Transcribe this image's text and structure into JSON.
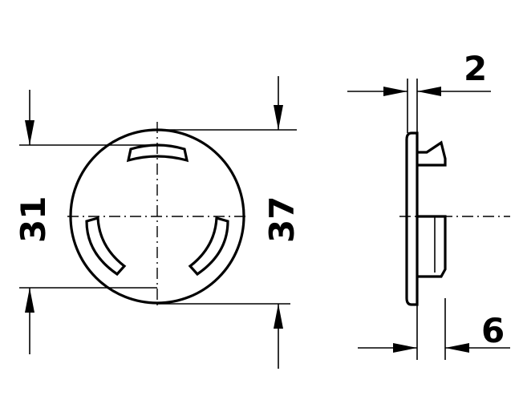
{
  "drawing": {
    "dimensions": {
      "inner_diameter": "31",
      "outer_diameter": "37",
      "plate_thickness": "2",
      "pin_depth": "6"
    }
  }
}
